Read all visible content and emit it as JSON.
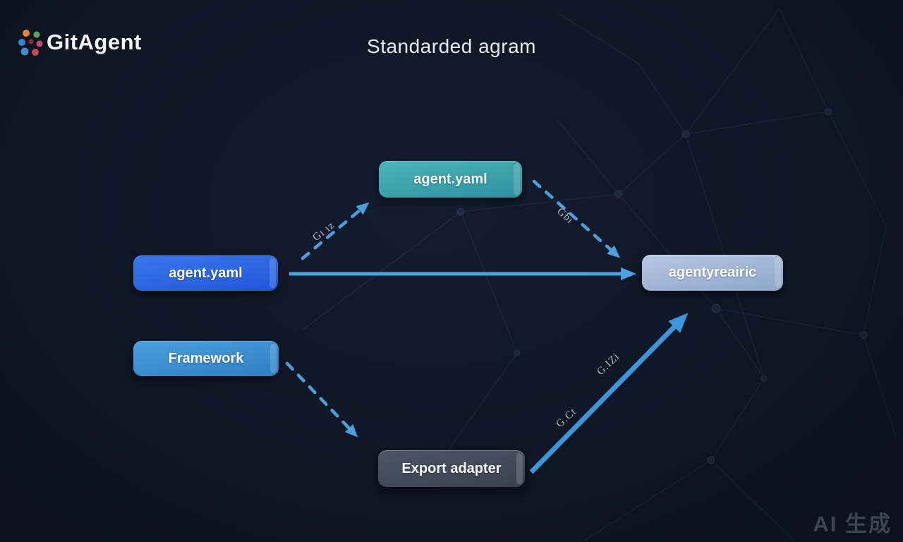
{
  "header": {
    "logo": {
      "text": "GitAgent",
      "icon": "dots-cluster-logo-icon"
    },
    "title": "Standarded agram"
  },
  "diagram": {
    "nodes": [
      {
        "id": "source-agent-yaml",
        "label": "agent.yaml",
        "color": "#2e6ae8"
      },
      {
        "id": "standard-agent-yaml",
        "label": "agent.yaml",
        "color": "#379ea8"
      },
      {
        "id": "framework",
        "label": "Framework",
        "color": "#3f93d4"
      },
      {
        "id": "export-adapter",
        "label": "Export adapter",
        "color": "#465163"
      },
      {
        "id": "result",
        "label": "agentyreairic",
        "color": "#a6bad8"
      }
    ],
    "edges": [
      {
        "from": "source-agent-yaml",
        "to": "standard-agent-yaml",
        "style": "dashed",
        "label": "Gı ız"
      },
      {
        "from": "source-agent-yaml",
        "to": "result",
        "style": "solid",
        "label": ""
      },
      {
        "from": "standard-agent-yaml",
        "to": "result",
        "style": "dashed",
        "label": "Gbı"
      },
      {
        "from": "framework",
        "to": "export-adapter",
        "style": "dashed",
        "label": ""
      },
      {
        "from": "export-adapter",
        "to": "result",
        "style": "solid",
        "label": "G.Ct",
        "label2": "G.IZi"
      }
    ]
  },
  "watermark": "AI 生成",
  "colors": {
    "background": "#0f1726",
    "arrow_solid": "#4aa2e2",
    "arrow_big": "#3d96da",
    "arrow_dashed": "#4b9fdd",
    "mesh_line": "#38506c"
  }
}
